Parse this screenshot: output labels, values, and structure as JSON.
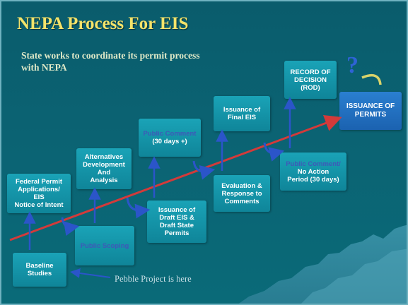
{
  "title": "NEPA Process For EIS",
  "subtitle": "State works to coordinate its permit process with NEPA",
  "note": "Pebble Project is here",
  "question_mark": "?",
  "boxes": {
    "baseline": [
      "Baseline",
      "Studies"
    ],
    "federal": [
      "Federal Permit",
      "Applications/",
      "EIS",
      "Notice of Intent"
    ],
    "scoping": [
      "Public Scoping"
    ],
    "alternatives": [
      "Alternatives",
      "Development",
      "And",
      "Analysis"
    ],
    "comment_draft": [
      "Public Comment",
      "(30 days +)"
    ],
    "draft": [
      "Issuance of",
      "Draft EIS &",
      "Draft State",
      "Permits"
    ],
    "evaluation": [
      "Evaluation &",
      "Response to",
      "Comments"
    ],
    "final": [
      "Issuance of",
      "Final EIS"
    ],
    "no_action": [
      "Public Comment/",
      "No Action",
      "Period (30 days)"
    ],
    "rod": [
      "RECORD OF",
      "DECISION",
      "(ROD)"
    ],
    "permits": [
      "ISSUANCE OF",
      "PERMITS"
    ]
  },
  "colors": {
    "title": "#f3e36a",
    "background": "#0b5a6a",
    "box": "#1aa3b7",
    "trend_arrow": "#d33a3a",
    "step_arrow": "#2b55c9"
  }
}
